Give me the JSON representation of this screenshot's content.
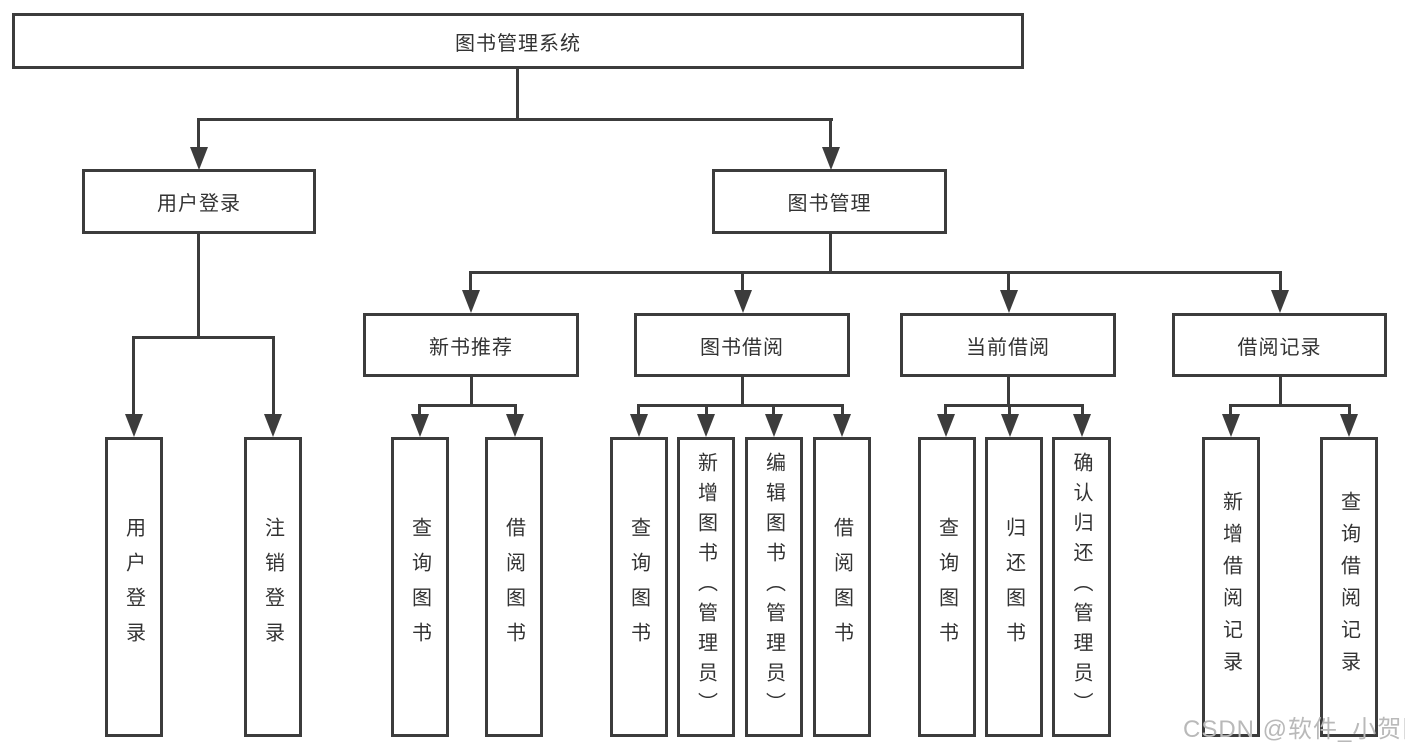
{
  "theme": {
    "background": "#ffffff",
    "line_color": "#3c3c3c",
    "text_color": "#333333",
    "watermark_color": "#b9b9b9"
  },
  "diagram": {
    "type": "hierarchy-tree",
    "root": "图书管理系统",
    "level2": {
      "user_login": "用户登录",
      "book_management": "图书管理"
    },
    "level3": {
      "new_book_recommend": "新书推荐",
      "book_borrowing": "图书借阅",
      "current_borrowing": "当前借阅",
      "borrowing_records": "借阅记录"
    },
    "leaves": [
      "用户登录",
      "注销登录",
      "查询图书",
      "借阅图书",
      "查询图书",
      "新增图书（管理员）",
      "编辑图书（管理员）",
      "借阅图书",
      "查询图书",
      "归还图书",
      "确认归还（管理员）",
      "新增借阅记录",
      "查询借阅记录"
    ]
  },
  "watermark": {
    "text": "CSDN @软件_小贺同学"
  }
}
